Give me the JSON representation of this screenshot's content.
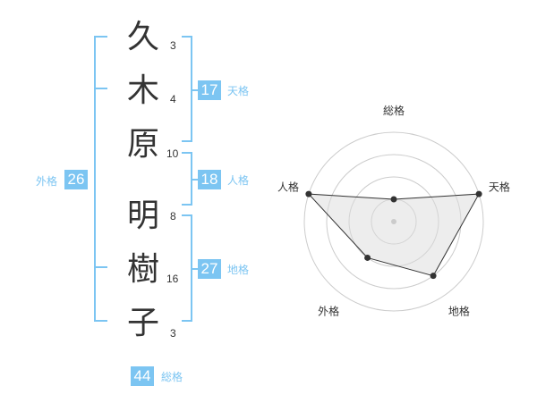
{
  "name_chars": [
    {
      "char": "久",
      "strokes": "3"
    },
    {
      "char": "木",
      "strokes": "4"
    },
    {
      "char": "原",
      "strokes": "10"
    },
    {
      "char": "明",
      "strokes": "8"
    },
    {
      "char": "樹",
      "strokes": "16"
    },
    {
      "char": "子",
      "strokes": "3"
    }
  ],
  "scores": {
    "tenkaku": {
      "value": "17",
      "label": "天格"
    },
    "jinkaku": {
      "value": "18",
      "label": "人格"
    },
    "chikaku": {
      "value": "27",
      "label": "地格"
    },
    "gaikaku": {
      "value": "26",
      "label": "外格"
    },
    "soukaku": {
      "value": "44",
      "label": "総格"
    }
  },
  "colors": {
    "accent": "#7cc5f2",
    "text": "#333333",
    "grid": "#cccccc",
    "fill": "#eeeeee"
  },
  "chart_data": {
    "type": "radar",
    "axes": [
      "総格",
      "天格",
      "地格",
      "外格",
      "人格"
    ],
    "values": [
      1,
      4,
      3,
      2,
      4
    ],
    "max": 4,
    "grid": true
  }
}
